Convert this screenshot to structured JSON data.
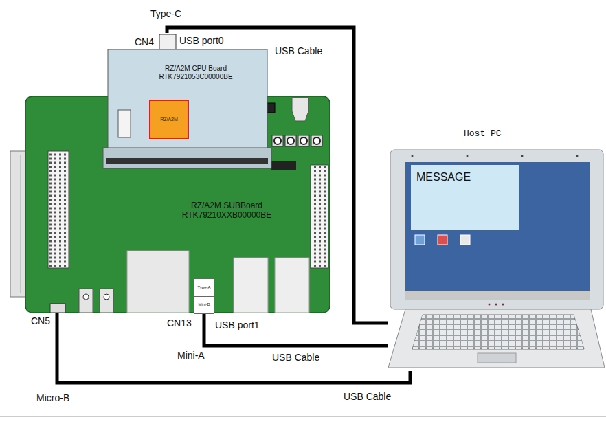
{
  "diagram": {
    "nodes": [
      {
        "text": [
          "RZ/A2M CPU Board RTK7921053C00000BE"
        ]
      },
      {
        "text": [
          "RZ/A2M"
        ],
        "in": 0
      },
      {
        "text": [
          "RZ/A2M SUBBoard RTK79210XXB00000BE"
        ]
      },
      {
        "text": [
          "Type-A",
          "Mini-B"
        ],
        "in": 2
      },
      {
        "text": [
          "Host PC"
        ]
      },
      {
        "text": [
          "MESSAGE"
        ],
        "in": 4
      }
    ],
    "edges": [
      {
        "from": 0,
        "to": 4,
        "arrow": "none",
        "label": "USB Cable"
      },
      {
        "from": 3,
        "to": 4,
        "arrow": "none",
        "label": "USB Cable"
      },
      {
        "from": 2,
        "to": 4,
        "arrow": "none",
        "label": "USB Cable"
      }
    ],
    "labels": [
      "Type-C",
      "CN4",
      "USB port0",
      "CN13",
      "USB port1",
      "Mini-A",
      "CN5",
      "Micro-B"
    ]
  }
}
